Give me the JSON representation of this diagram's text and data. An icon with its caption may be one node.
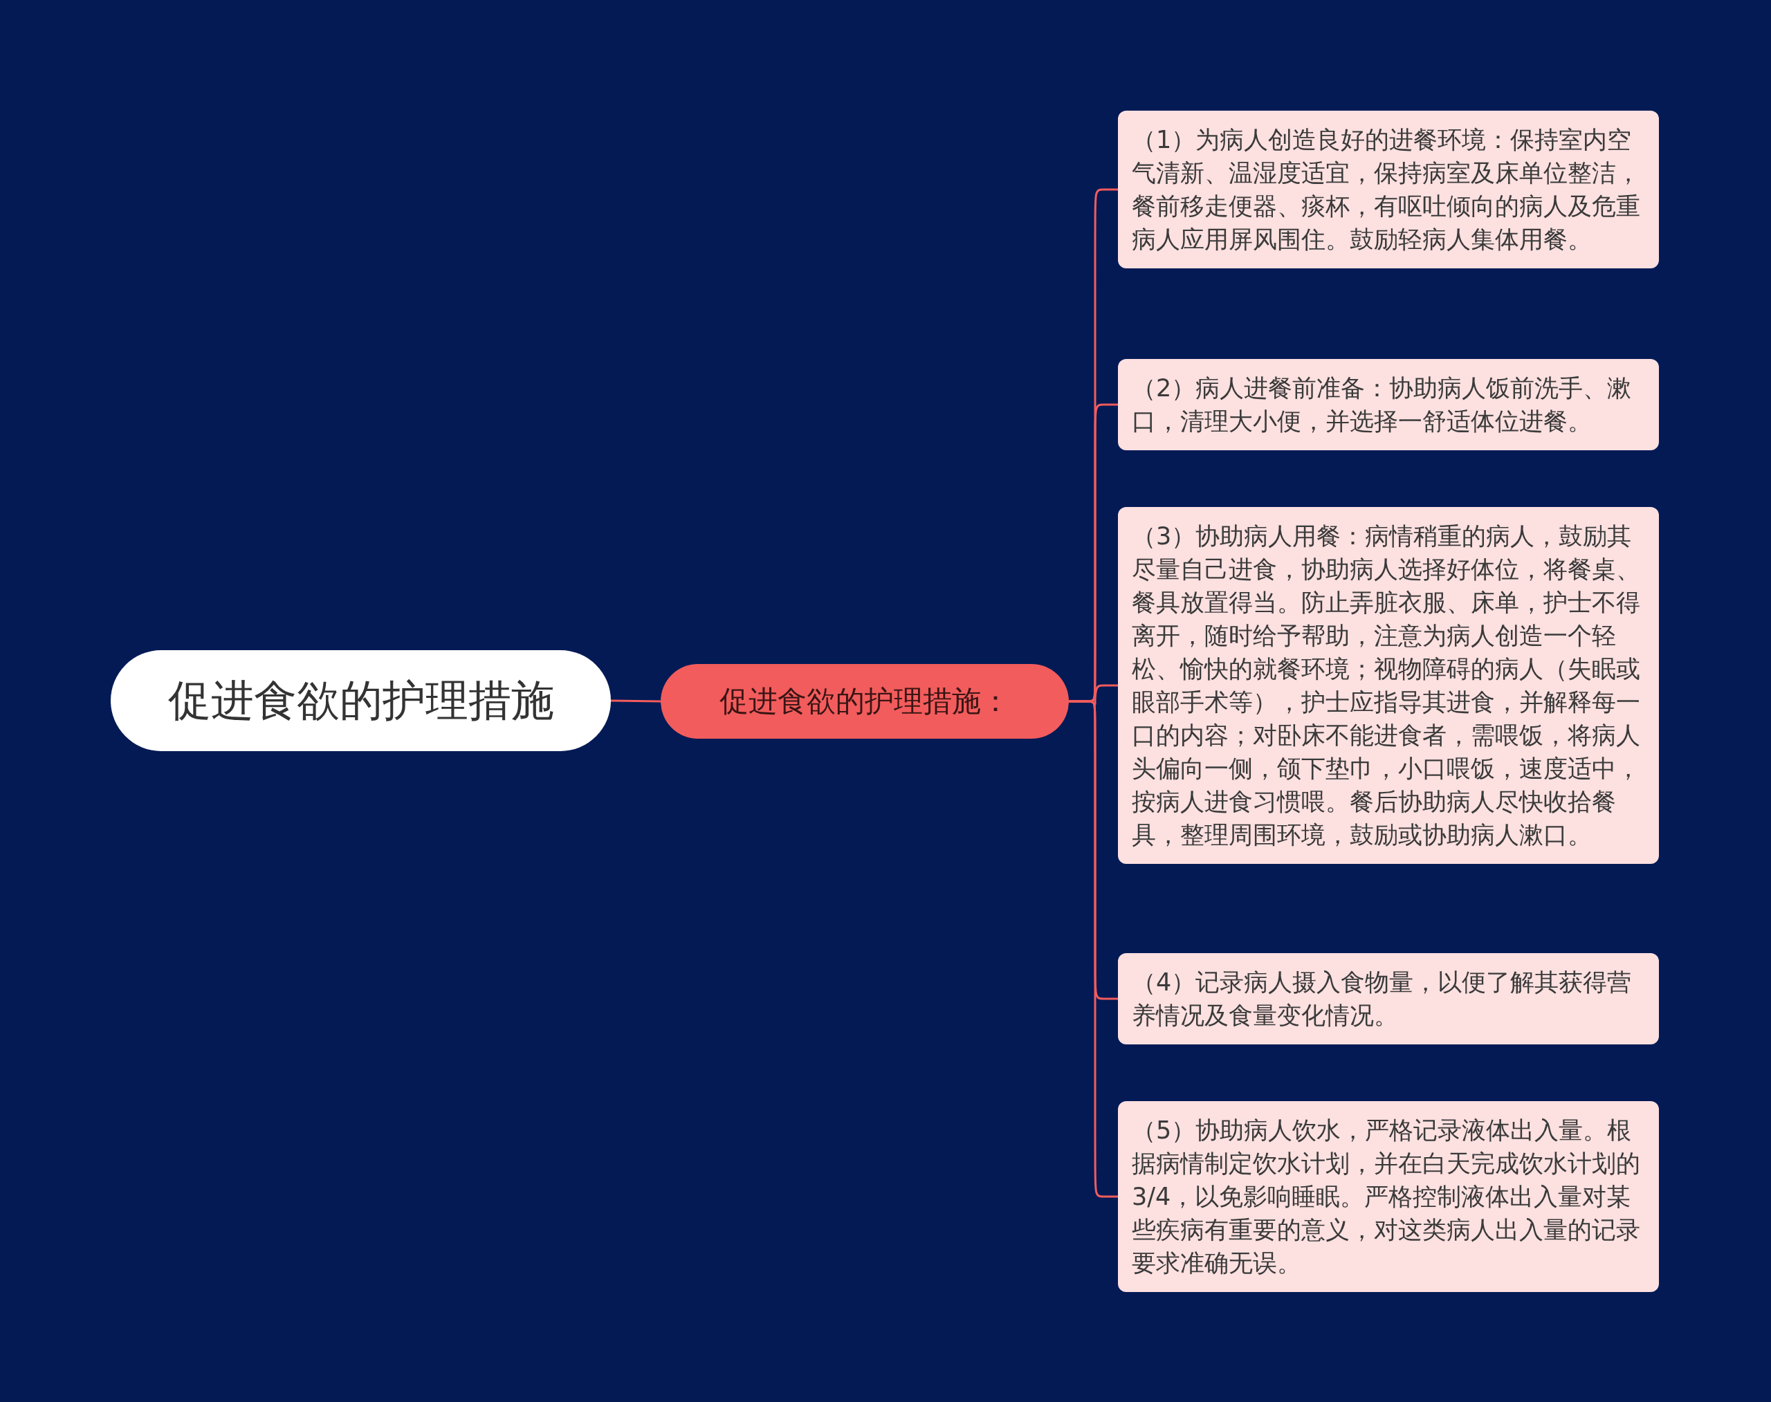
{
  "diagram": {
    "nodes": [
      {
        "text": [
          "促进食欲的护理措施"
        ]
      },
      {
        "text": [
          "促进食欲的护理措施："
        ]
      },
      {
        "text": [
          "（1）为病人创造良好的进餐环境：保持室内空气清新、温湿度适宜，保持病室及床单位整洁，餐前移走便器、痰杯，有呕吐倾向的病人及危重病人应用屏风围住。鼓励轻病人集体用餐。"
        ]
      },
      {
        "text": [
          "（2）病人进餐前准备：协助病人饭前洗手、漱口，清理大小便，并选择一舒适体位进餐。"
        ]
      },
      {
        "text": [
          "（3）协助病人用餐：病情稍重的病人，鼓励其尽量自己进食，协助病人选择好体位，将餐桌、餐具放置得当。防止弄脏衣服、床单，护士不得离开，随时给予帮助，注意为病人创造一个轻松、愉快的就餐环境；视物障碍的病人（失眠或眼部手术等），护士应指导其进食，并解释每一口的内容；对卧床不能进食者，需喂饭，将病人头偏向一侧，颌下垫巾，小口喂饭，速度适中，按病人进食习惯喂。餐后协助病人尽快收拾餐具，整理周围环境，鼓励或协助病人漱口。"
        ]
      },
      {
        "text": [
          "（4）记录病人摄入食物量，以便了解其获得营养情况及食量变化情况。"
        ]
      },
      {
        "text": [
          "（5）协助病人饮水，严格记录液体出入量。根据病情制定饮水计划，并在白天完成饮水计划的3/4，以免影响睡眠。严格控制液体出入量对某些疾病有重要的意义，对这类病人出入量的记录要求准确无误。"
        ]
      }
    ],
    "edges": [
      {
        "from": 0,
        "to": 1,
        "arrow": "none"
      },
      {
        "from": 1,
        "to": 2,
        "arrow": "none"
      },
      {
        "from": 1,
        "to": 3,
        "arrow": "none"
      },
      {
        "from": 1,
        "to": 4,
        "arrow": "none"
      },
      {
        "from": 1,
        "to": 5,
        "arrow": "none"
      },
      {
        "from": 1,
        "to": 6,
        "arrow": "none"
      }
    ]
  }
}
